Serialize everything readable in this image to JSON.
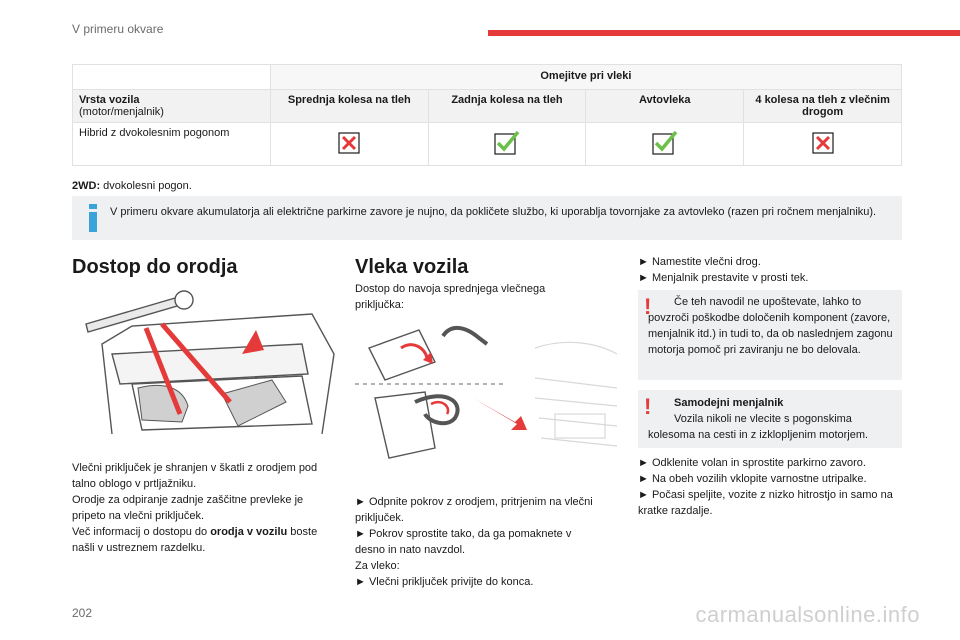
{
  "header": {
    "title": "V primeru okvare"
  },
  "table": {
    "group_header": "Omejitve pri vleki",
    "col_vehicle_title": "Vrsta vozila",
    "col_vehicle_sub": "(motor/menjalnik)",
    "cols": [
      "Sprednja kolesa na tleh",
      "Zadnja kolesa na tleh",
      "Avtovleka",
      "4 kolesa na tleh z vlečnim drogom"
    ],
    "row_label": "Hibrid z dvokolesnim pogonom",
    "marks": [
      "cross",
      "check",
      "check",
      "cross"
    ],
    "colors": {
      "cross": "#e43a3a",
      "check": "#6cc04a"
    }
  },
  "legend": {
    "term": "2WD:",
    "text": " dvokolesni pogon."
  },
  "info_box": {
    "text": "V primeru okvare akumulatorja ali električne parkirne zavore je nujno, da pokličete službo, ki uporablja tovornjake za avtovleko (razen pri ročnem menjalniku)."
  },
  "section1": {
    "title": "Dostop do orodja",
    "p1": "Vlečni priključek je shranjen v škatli z orodjem pod talno oblogo v prtljažniku.",
    "p2": "Orodje za odpiranje zadnje zaščitne prevleke je pripeto na vlečni priključek.",
    "p3_pre": "Več informacij o dostopu do ",
    "p3_bold": "orodja v vozilu",
    "p3_post": " boste našli v ustreznem razdelku."
  },
  "section2": {
    "title": "Vleka vozila",
    "intro": "Dostop do navoja sprednjega vlečnega priključka:",
    "step1": "► Odpnite pokrov z orodjem, pritrjenim na vlečni priključek.",
    "step2": "► Pokrov sprostite tako, da ga pomaknete v desno in nato navzdol.",
    "za_vleko": "Za vleko:",
    "step3": "► Vlečni priključek privijte do konca."
  },
  "section3": {
    "step1": "► Namestite vlečni drog.",
    "step2": "► Menjalnik prestavite v prosti tek.",
    "warn1": "Če teh navodil ne upoštevate, lahko to povzroči poškodbe določenih komponent (zavore, menjalnik itd.) in tudi to, da ob naslednjem zagonu motorja pomoč pri zaviranju ne bo delovala.",
    "warn2_title": "Samodejni menjalnik",
    "warn2_text": "Vozila nikoli ne vlecite s pogonskima kolesoma na cesti in z izklopljenim motorjem.",
    "step3": "► Odklenite volan in sprostite parkirno zavoro.",
    "step4": "► Na obeh vozilih vklopite varnostne utripalke.",
    "step5": "► Počasi speljite, vozite z nizko hitrostjo in samo na kratke razdalje."
  },
  "footer": {
    "page": "202",
    "watermark": "carmanualsonline.info"
  }
}
